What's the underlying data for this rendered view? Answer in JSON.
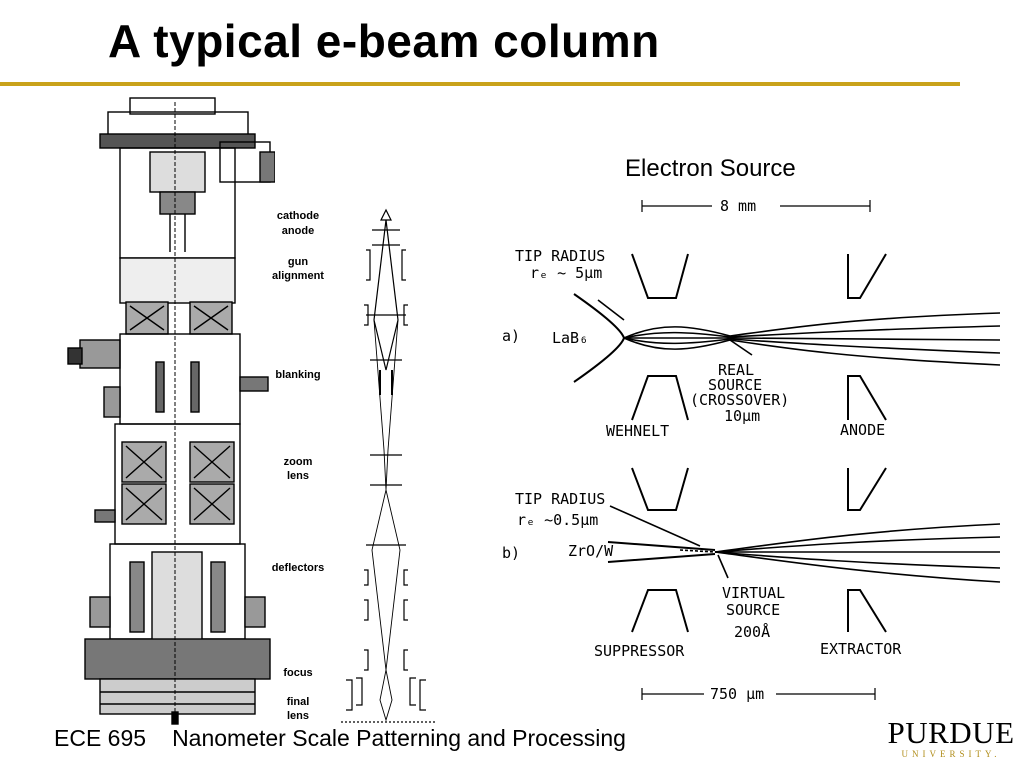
{
  "slide": {
    "title": "A typical e-beam column"
  },
  "column_labels": {
    "cathode": "cathode",
    "anode": "anode",
    "gun_alignment": "gun\nalignment",
    "blanking": "blanking",
    "zoom_lens": "zoom\nlens",
    "deflectors": "deflectors",
    "focus": "focus",
    "final_lens": "final\nlens"
  },
  "source_diagram": {
    "heading": "Electron Source",
    "top_dimension": "8 mm",
    "bottom_dimension": "750 μm",
    "a": {
      "marker": "a)",
      "tip_radius_line1": "TIP RADIUS",
      "tip_radius_line2": "rₑ ~ 5μm",
      "material": "LaB₆",
      "source_line1": "REAL",
      "source_line2": "SOURCE",
      "source_line3": "(CROSSOVER)",
      "source_line4": "10μm",
      "left_electrode": "WEHNELT",
      "right_electrode": "ANODE"
    },
    "b": {
      "marker": "b)",
      "tip_radius_line1": "TIP RADIUS",
      "tip_radius_line2": "rₑ ~0.5μm",
      "material": "ZrO/W",
      "source_line1": "VIRTUAL",
      "source_line2": "SOURCE",
      "source_line3": "200Å",
      "left_electrode": "SUPPRESSOR",
      "right_electrode": "EXTRACTOR"
    }
  },
  "footer": {
    "course": "ECE 695",
    "course_title": "Nanometer Scale Patterning and Processing"
  },
  "logo": {
    "name": "PURDUE",
    "university": "UNIVERSITY."
  },
  "colors": {
    "title_rule": "#c9a21a",
    "logo_accent": "#b08d1a"
  }
}
